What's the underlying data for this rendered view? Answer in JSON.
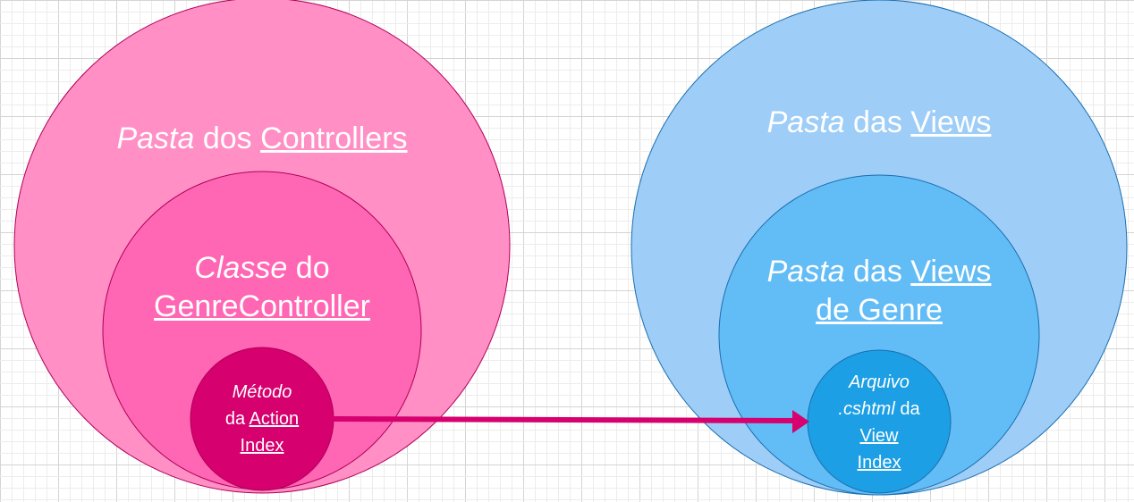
{
  "colors": {
    "grid_major": "#d4d4d4",
    "grid_minor": "#ececec",
    "controllers_outer": "#ff8fc4",
    "controllers_middle": "#ff66b3",
    "controllers_inner": "#d6006e",
    "views_outer": "#9ecdf7",
    "views_middle": "#62bcf5",
    "views_inner": "#1c9fe4",
    "arrow": "#d6006e",
    "outline_pink": "#b0005a",
    "outline_blue": "#1a6fb0",
    "text": "#ffffff"
  },
  "controllers": {
    "outer": {
      "title_italic": "Pasta",
      "title_plain": " dos ",
      "title_link": "Controllers"
    },
    "middle": {
      "line1_italic": "Classe",
      "line1_plain": " do",
      "line2_link": "GenreController"
    },
    "inner": {
      "line1_italic": "Método",
      "line2_plain": "da ",
      "line2_link": "Action",
      "line3_link": "Index"
    }
  },
  "views": {
    "outer": {
      "title_italic": "Pasta",
      "title_plain": " das ",
      "title_link": "Views"
    },
    "middle": {
      "line1_italic": "Pasta",
      "line1_plain": " das ",
      "line1_link": "Views",
      "line2_link": "de Genre"
    },
    "inner": {
      "line1_italic": "Arquivo",
      "line2_italic": ".cshtml",
      "line2_plain": " da",
      "line3_link": "View",
      "line4_link": "Index"
    }
  },
  "arrow": {
    "icon": "arrow-right-icon"
  }
}
